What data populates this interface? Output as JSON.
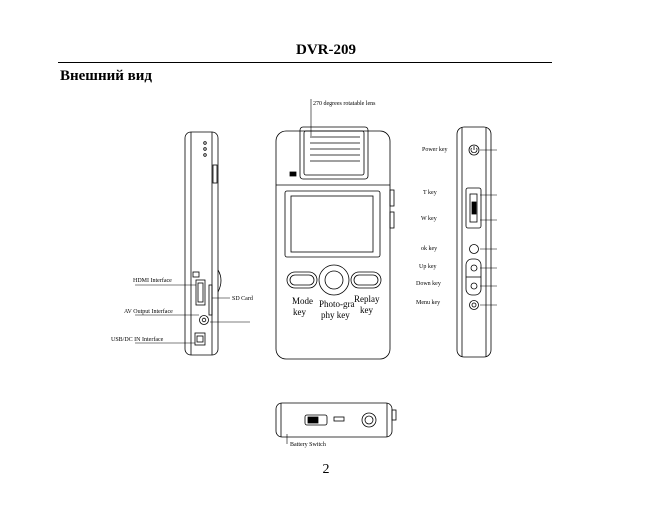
{
  "document": {
    "title": "DVR-209",
    "section_heading": "Внешний вид",
    "page_number": "2"
  },
  "labels": {
    "lens": "270 degrees rotatable lens",
    "power_key": "Power key",
    "t_key": "T key",
    "w_key": "W key",
    "ok_key": "ok key",
    "up_key": "Up key",
    "down_key": "Down key",
    "menu_key": "Menu key",
    "hdmi": "HDMI Interface",
    "sd_card": "SD Card",
    "av_output": "AV Output Interface",
    "usb_dc": "USB/DC IN Interface",
    "battery_switch": "Battery Switch",
    "mode_key": [
      "Mode",
      "key"
    ],
    "photography_key": [
      "Photo-gra",
      "phy key"
    ],
    "replay_key": [
      "Replay",
      "key"
    ]
  }
}
